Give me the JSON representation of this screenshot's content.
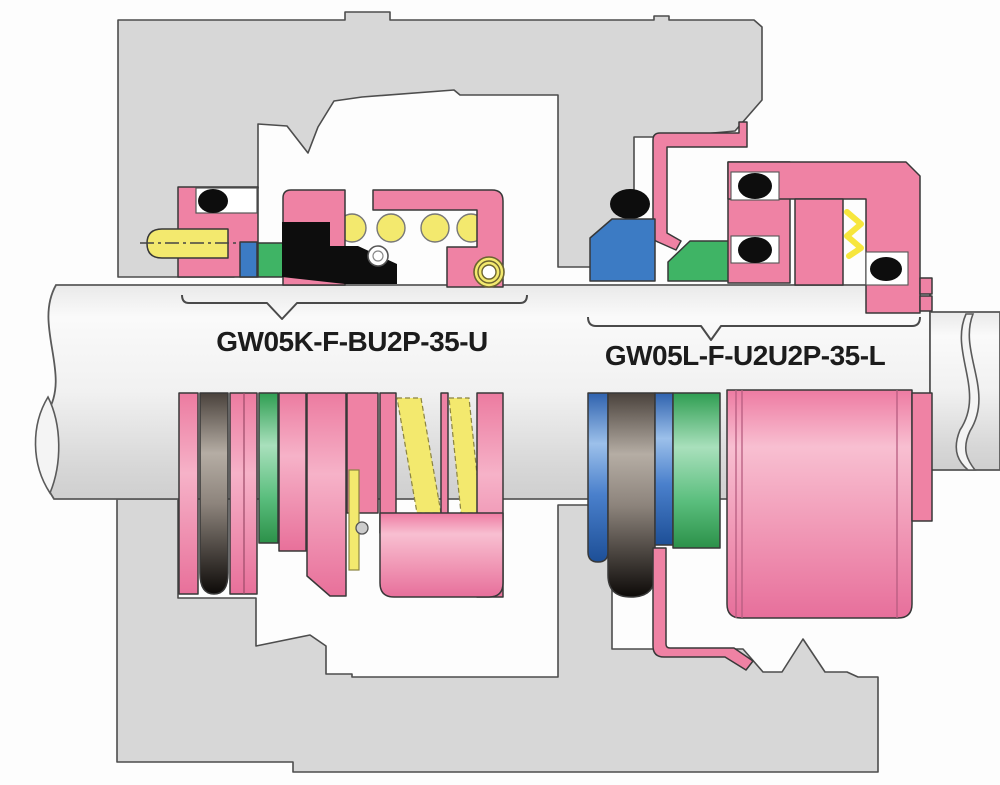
{
  "diagram": {
    "title": "Mechanical seal cross-section",
    "type": "engineering-cross-section",
    "seals": [
      {
        "id": "left",
        "model": "GW05K-F-BU2P-35-U",
        "position": "inboard"
      },
      {
        "id": "right",
        "model": "GW05L-F-U2U2P-35-L",
        "position": "outboard"
      }
    ],
    "palette": {
      "housing_gray": "#d7d7d7",
      "seal_pink": "#ef82a4",
      "elastomer_black": "#0d0d0d",
      "face_green": "#3fb465",
      "face_blue": "#3c7bc4",
      "spring_yellow": "#f3e96e",
      "shaft_light": "#efefef",
      "outline_gray": "#4d4d4d",
      "label_text": "#1c1c1c"
    },
    "components": [
      "housing",
      "shaft",
      "shaft-break-symbol",
      "set-screw-pin",
      "o-rings",
      "spring-coils",
      "wave-spring",
      "seal-faces",
      "gland-plates",
      "drive-band"
    ]
  }
}
